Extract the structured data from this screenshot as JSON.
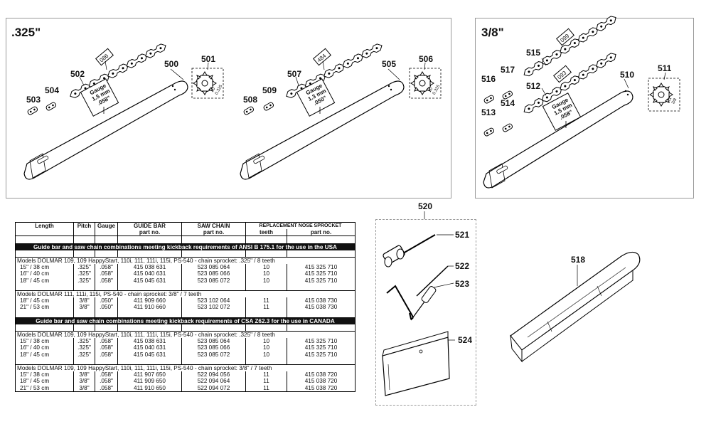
{
  "panels": {
    "p325": {
      "title": ".325\""
    },
    "p38": {
      "title": "3/8\""
    }
  },
  "callouts": {
    "c500": "500",
    "c501": "501",
    "c502": "502",
    "c503": "503",
    "c504": "504",
    "c505": "505",
    "c506": "506",
    "c507": "507",
    "c508": "508",
    "c509": "509",
    "c510": "510",
    "c511": "511",
    "c512": "512",
    "c513": "513",
    "c514": "514",
    "c515": "515",
    "c516": "516",
    "c517": "517",
    "c518": "518",
    "c520": "520",
    "c521": "521",
    "c522": "522",
    "c523": "523",
    "c524": "524"
  },
  "chain_tags": {
    "t1": "086",
    "t2": "484",
    "t3": "099",
    "t4": "093"
  },
  "gauge_labels": {
    "g1": {
      "l1": "Gauge",
      "l2": "1.5 mm",
      "l3": ".058\""
    },
    "g2": {
      "l1": "Gauge",
      "l2": "1.3 mm",
      "l3": ".050\""
    },
    "g3": {
      "l1": "Gauge",
      "l2": "1.5 mm",
      "l3": ".058\""
    }
  },
  "sprocket_labels": {
    "s1": {
      "a": "10",
      "b": "0.325"
    },
    "s2": {
      "a": "10",
      "b": "0.325"
    },
    "s3": {
      "a": "11",
      "b": "3/8"
    }
  },
  "table": {
    "headers": {
      "length": "Length",
      "pitch": "Pitch",
      "gauge": "Gauge",
      "guide_bar": "GUIDE BAR",
      "saw_chain": "SAW CHAIN",
      "replacement": "REPLACEMENT NOSE SPROCKET",
      "part_no_bar": "part no.",
      "part_no_chain": "part no.",
      "teeth": "teeth",
      "part_no_sprocket": "part no."
    },
    "banner_usa": "Guide bar and saw chain combinations meeting kickback requirements of ANSI B 175.1 for the use in the USA",
    "banner_canada": "Guide bar and saw chain combinations meeting kickback requirements of CSA Z62.3 for the use in CANADA",
    "groups": [
      {
        "model": "Models DOLMAR 109, 109 HappyStart, 110i, 111, 111i, 115i, PS-540   -   chain sprocket: .325\" / 8 teeth",
        "rows": [
          [
            "15\" / 38 cm",
            ".325\"",
            ".058\"",
            "415 038 631",
            "523 085 064",
            "10",
            "415 325 710"
          ],
          [
            "16\" / 40 cm",
            ".325\"",
            ".058\"",
            "415 040 631",
            "523 085 066",
            "10",
            "415 325 710"
          ],
          [
            "18\" / 45 cm",
            ".325\"",
            ".058\"",
            "415 045 631",
            "523 085 072",
            "10",
            "415 325 710"
          ]
        ]
      },
      {
        "model": "Models DOLMAR 111, 111i, 115i, PS-540   -   chain sprocket: 3/8\" / 7 teeth",
        "rows": [
          [
            "18\" / 45 cm",
            "3/8\"",
            ".050\"",
            "411 909 660",
            "523 102 064",
            "11",
            "415 038 730"
          ],
          [
            "21\" / 53 cm",
            "3/8\"",
            ".050\"",
            "411 910 660",
            "523 102 072",
            "11",
            "415 038 730"
          ]
        ]
      },
      {
        "model": "Models DOLMAR 109, 109 HappyStart, 110i, 111, 111i, 115i, PS-540   -   chain sprocket: .325\" / 8 teeth",
        "rows": [
          [
            "15\" / 38 cm",
            ".325\"",
            ".058\"",
            "415 038 631",
            "523 085 064",
            "10",
            "415 325 710"
          ],
          [
            "16\" / 40 cm",
            ".325\"",
            ".058\"",
            "415 040 631",
            "523 085 066",
            "10",
            "415 325 710"
          ],
          [
            "18\" / 45 cm",
            ".325\"",
            ".058\"",
            "415 045 631",
            "523 085 072",
            "10",
            "415 325 710"
          ]
        ]
      },
      {
        "model": "Models DOLMAR 109, 109 HappyStart, 110i, 111, 111i, 115i, PS-540   -   chain sprocket: 3/8\" / 7 teeth",
        "rows": [
          [
            "15\" / 38 cm",
            "3/8\"",
            ".058\"",
            "411 907 650",
            "522 094 056",
            "11",
            "415 038 720"
          ],
          [
            "18\" / 45 cm",
            "3/8\"",
            ".058\"",
            "411 909 650",
            "522 094 064",
            "11",
            "415 038 720"
          ],
          [
            "21\" / 53 cm",
            "3/8\"",
            ".058\"",
            "411 910 650",
            "522 094 072",
            "11",
            "415 038 720"
          ]
        ]
      }
    ]
  }
}
